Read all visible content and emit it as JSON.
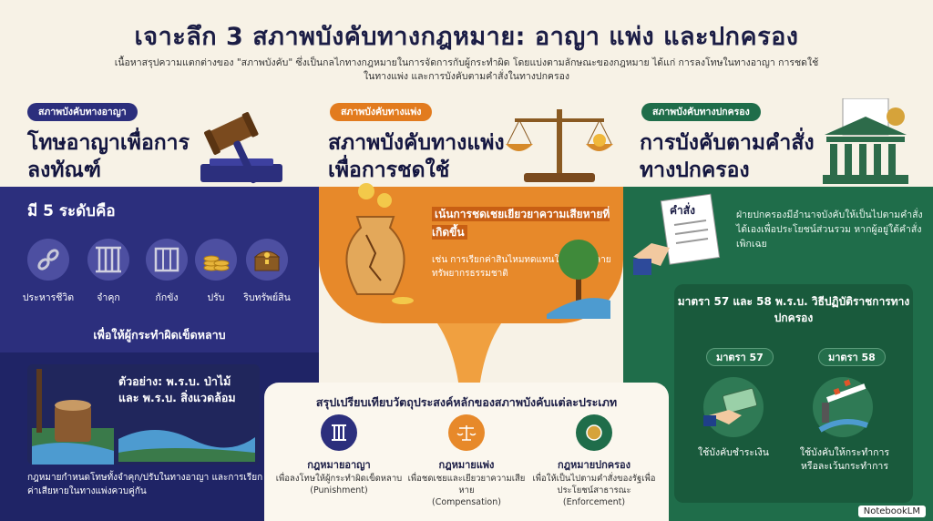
{
  "title": "เจาะลึก 3 สภาพบังคับทางกฎหมาย: อาญา แพ่ง และปกครอง",
  "subtitle": "เนื้อหาสรุปความแตกต่างของ \"สภาพบังคับ\" ซึ่งเป็นกลไกทางกฎหมายในการจัดการกับผู้กระทำผิด โดยแบ่งตามลักษณะของกฎหมาย ได้แก่ การลงโทษในทางอาญา การชดใช้ในทางแพ่ง และการบังคับตามคำสั่งในทางปกครอง",
  "criminal": {
    "tag": "สภาพบังคับทางอาญา",
    "heading": "โทษอาญาเพื่อการลงทัณฑ์",
    "levels_title": "มี 5 ระดับคือ",
    "levels": [
      {
        "label": "ประหารชีวิต",
        "icon": "chain-icon"
      },
      {
        "label": "จำคุก",
        "icon": "prison-bars-icon"
      },
      {
        "label": "กักขัง",
        "icon": "cage-icon"
      },
      {
        "label": "ปรับ",
        "icon": "coins-icon"
      },
      {
        "label": "ริบทรัพย์สิน",
        "icon": "treasure-chest-icon"
      }
    ],
    "goal": "เพื่อให้ผู้กระทำผิดเข็ดหลาบ",
    "example": "ตัวอย่าง: พ.ร.บ. ป่าไม้ และ พ.ร.บ. สิ่งแวดล้อม",
    "note": "กฎหมายกำหนดโทษทั้งจำคุก/ปรับในทางอาญา และการเรียกค่าเสียหายในทางแพ่งควบคู่กัน"
  },
  "civil": {
    "tag": "สภาพบังคับทางแพ่ง",
    "heading": "สภาพบังคับทางแพ่งเพื่อการชดใช้",
    "focus": "เน้นการชดเชยเยียวยาความเสียหายที่เกิดขึ้น",
    "example": "เช่น การเรียกค่าสินไหมทดแทนในกรณีทำลายทรัพยากรธรรมชาติ"
  },
  "admin": {
    "tag": "สภาพบังคับทางปกครอง",
    "heading": "การบังคับตามคำสั่งทางปกครอง",
    "order_label": "คำสั่ง",
    "description": "ฝ่ายปกครองมีอำนาจบังคับให้เป็นไปตามคำสั่งได้เองเพื่อประโยชน์ส่วนรวม หากผู้อยู่ใต้คำสั่งเพิกเฉย",
    "article_title": "มาตรา 57 และ 58 พ.ร.บ. วิธีปฏิบัติราชการทางปกครอง",
    "art57": "มาตรา 57",
    "art57_desc": "ใช้บังคับชำระเงิน",
    "art58": "มาตรา 58",
    "art58_desc": "ใช้บังคับให้กระทำการหรือละเว้นกระทำการ"
  },
  "summary": {
    "title": "สรุปเปรียบเทียบวัตถุประสงค์หลักของสภาพบังคับแต่ละประเภท",
    "items": [
      {
        "title": "กฎหมายอาญา",
        "desc": "เพื่อลงโทษให้ผู้กระทำผิดเข็ดหลาบ",
        "en": "(Punishment)",
        "color": "#2c2f7d"
      },
      {
        "title": "กฎหมายแพ่ง",
        "desc": "เพื่อชดเชยและเยียวยาความเสียหาย",
        "en": "(Compensation)",
        "color": "#e7892a"
      },
      {
        "title": "กฎหมายปกครอง",
        "desc": "เพื่อให้เป็นไปตามคำสั่งของรัฐเพื่อประโยชน์สาธารณะ",
        "en": "(Enforcement)",
        "color": "#1f6d4a"
      }
    ]
  },
  "logo": "NotebookLM"
}
